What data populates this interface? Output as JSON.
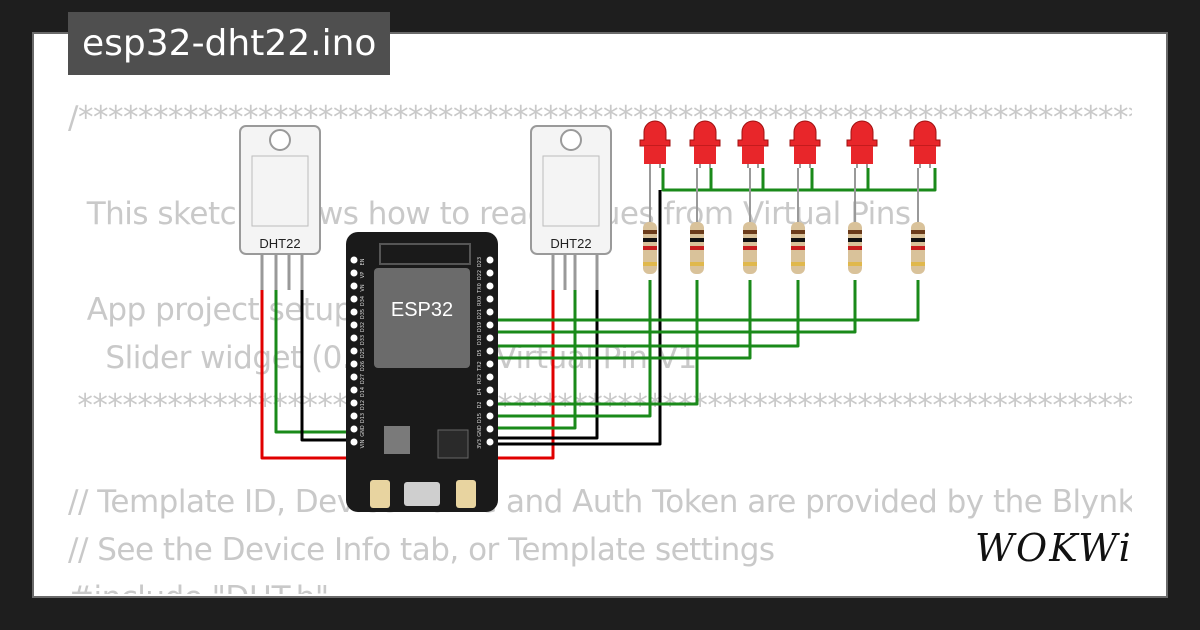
{
  "title": "esp32-dht22.ino",
  "code_lines": [
    "/**************************************************************************",
    "",
    "  This sketch shows how to read values from Virtual Pins",
    "",
    "  App project setup:",
    "    Slider widget (0...100) on Virtual Pin V1",
    " ****************************************************************************",
    "",
    "// Template ID, Device Name and Auth Token are provided by the Blynk.Cloud",
    "// See the Device Info tab, or Template settings",
    "#include \"DHT.h\""
  ],
  "esp32": {
    "chip_label": "ESP32",
    "left_pins": [
      "EN",
      "VP",
      "VN",
      "D34",
      "D35",
      "D32",
      "D33",
      "D25",
      "D26",
      "D27",
      "D14",
      "D12",
      "D13",
      "GND",
      "VIN"
    ],
    "right_pins": [
      "D23",
      "D22",
      "TX0",
      "RX0",
      "D21",
      "D19",
      "D18",
      "D5",
      "TX2",
      "RX2",
      "D4",
      "D2",
      "D15",
      "GND",
      "3V3"
    ]
  },
  "sensors": [
    {
      "label": "DHT22"
    },
    {
      "label": "DHT22"
    }
  ],
  "led_count": 6,
  "logo_text": "WOKWi",
  "colors": {
    "background": "#1e1e1e",
    "card": "#ffffff",
    "title_bg": "#4f4f4f",
    "wire_green": "#1a8a1a",
    "wire_red": "#e00000",
    "wire_black": "#000000",
    "led_red": "#e8262a",
    "board": "#1a1a1a"
  }
}
